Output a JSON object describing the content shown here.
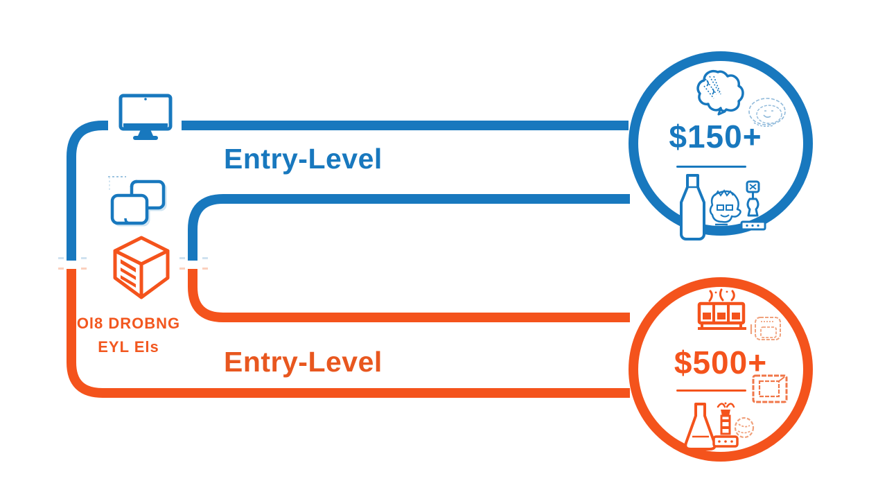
{
  "colors": {
    "blue": "#1878BE",
    "orange": "#F4531C",
    "sketch_blue": "#8FB9DA",
    "sketch_orange": "#F0A17C",
    "background": "#FFFFFF"
  },
  "left_column": {
    "icons": [
      "monitor-icon",
      "devices-icon",
      "package-box-icon"
    ],
    "caption_line1": "Ol8 DROBNG",
    "caption_line2": "EYL Els"
  },
  "paths": {
    "blue": {
      "label": "Entry-Level",
      "color": "#1878BE"
    },
    "orange": {
      "label": "Entry-Level",
      "color": "#F4531C"
    }
  },
  "nodes": {
    "blue": {
      "value": "$150+",
      "color": "#1878BE",
      "icons": [
        "brain-icon",
        "sketch-head-icon",
        "bottle-icon",
        "face-doodle-icon",
        "joystick-trophy-icon"
      ]
    },
    "orange": {
      "value": "$500+",
      "color": "#F4531C",
      "icons": [
        "machine-icon",
        "camera-doodle-icon",
        "frame-doodle-icon",
        "flask-icon",
        "stamp-trophy-icon",
        "ball-doodle-icon"
      ]
    }
  }
}
